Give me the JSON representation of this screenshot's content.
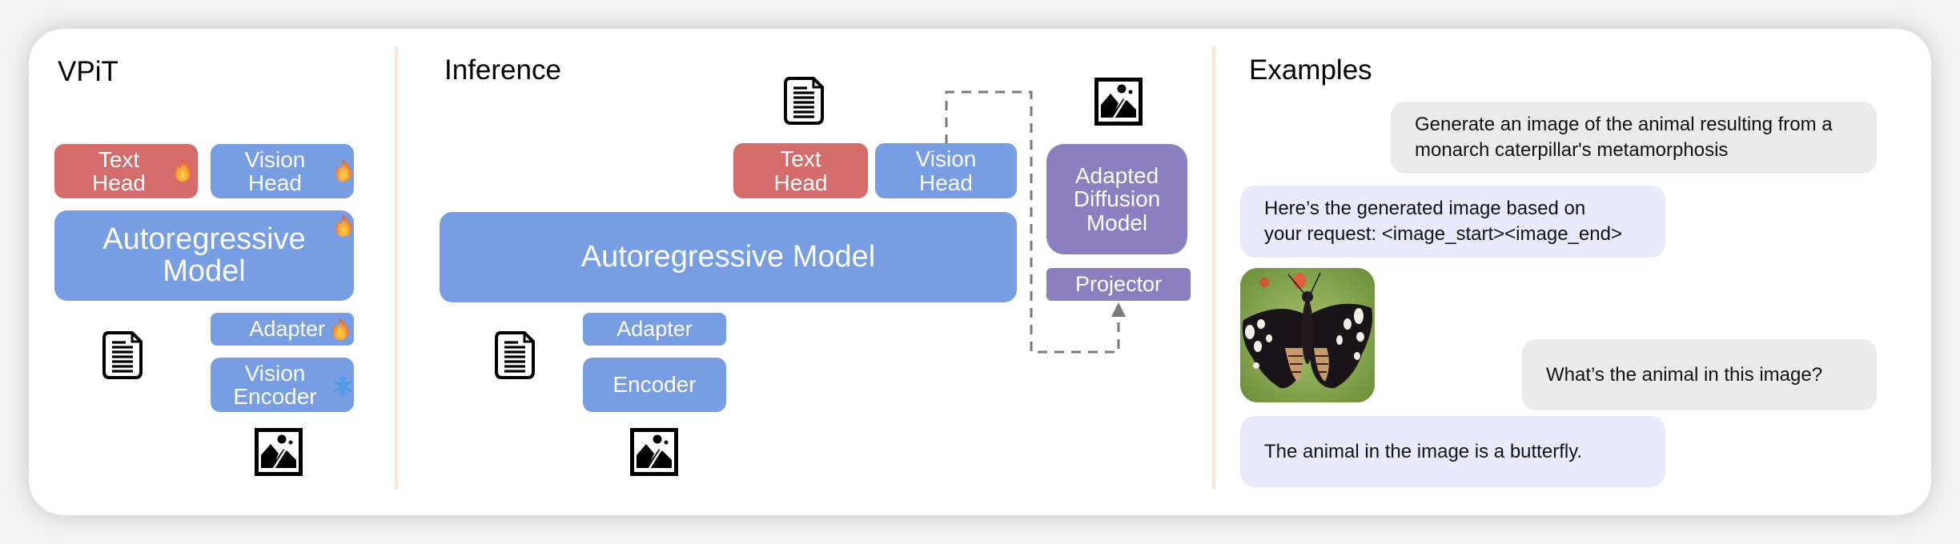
{
  "panels": {
    "vpit": {
      "title": "VPiT",
      "text_head": "Text\nHead",
      "vision_head": "Vision\nHead",
      "autoregressive": "Autoregressive\nModel",
      "adapter": "Adapter",
      "vision_encoder": "Vision\nEncoder",
      "badges": {
        "text_head": "trainable",
        "vision_head": "trainable",
        "autoregressive": "trainable",
        "adapter": "trainable",
        "vision_encoder": "frozen"
      }
    },
    "inference": {
      "title": "Inference",
      "text_head": "Text\nHead",
      "vision_head": "Vision\nHead",
      "autoregressive": "Autoregressive Model",
      "adapter": "Adapter",
      "encoder": "Encoder",
      "diffusion": "Adapted\nDiffusion\nModel",
      "projector": "Projector"
    },
    "examples": {
      "title": "Examples",
      "messages": [
        {
          "role": "user",
          "text": "Generate an image of the animal resulting from a\nmonarch caterpillar's metamorphosis"
        },
        {
          "role": "assistant",
          "text": "Here’s the generated image based on\nyour request: <image_start><image_end>"
        },
        {
          "role": "assistant-image",
          "alt": "butterfly"
        },
        {
          "role": "user",
          "text": "What’s the animal in this image?"
        },
        {
          "role": "assistant",
          "text": "The animal in the image is a butterfly."
        }
      ]
    }
  },
  "colors": {
    "text_head": "#d36c6b",
    "vision_blue": "#779de3",
    "diffusion_purple": "#8c7fc0",
    "divider": "#fbe6d4",
    "user_bubble": "#ebebeb",
    "assistant_bubble": "#e7ecfc"
  },
  "icons": {
    "trainable": "fire-icon",
    "frozen": "snowflake-icon",
    "text_input": "document-icon",
    "image_input": "image-icon"
  }
}
